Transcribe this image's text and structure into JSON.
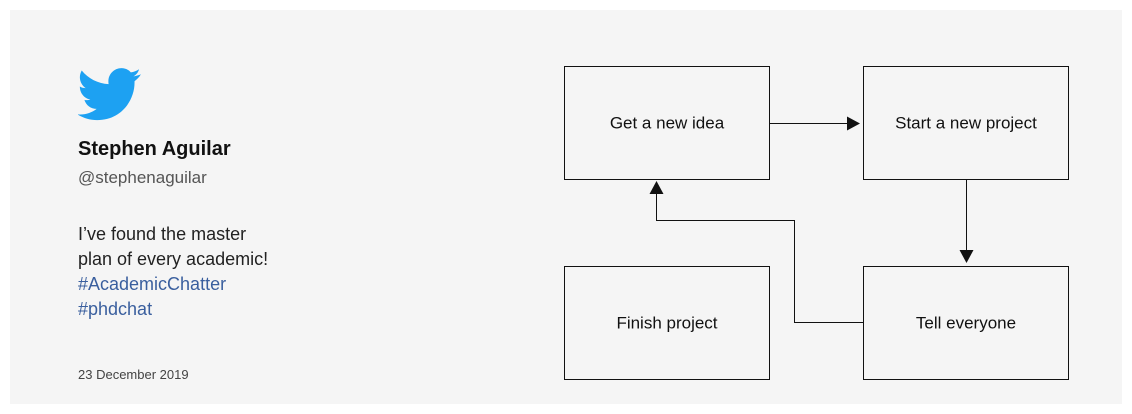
{
  "tweet": {
    "author_name": "Stephen Aguilar",
    "author_handle": "@stephenaguilar",
    "text_line_1": "I’ve found the master",
    "text_line_2": "plan of every academic!",
    "hashtag_1": "#AcademicChatter",
    "hashtag_2": "#phdchat",
    "date": "23 December 2019",
    "platform_icon": "twitter-bird-icon",
    "brand_color": "#1da1f2",
    "hashtag_color": "#3a5f9e"
  },
  "diagram": {
    "nodes": {
      "get_idea": "Get a new idea",
      "start_project": "Start a new project",
      "finish_project": "Finish project",
      "tell_everyone": "Tell everyone"
    },
    "edges": [
      {
        "from": "Get a new idea",
        "to": "Start a new project"
      },
      {
        "from": "Start a new project",
        "to": "Tell everyone"
      },
      {
        "from": "Tell everyone",
        "to": "Get a new idea"
      }
    ]
  }
}
